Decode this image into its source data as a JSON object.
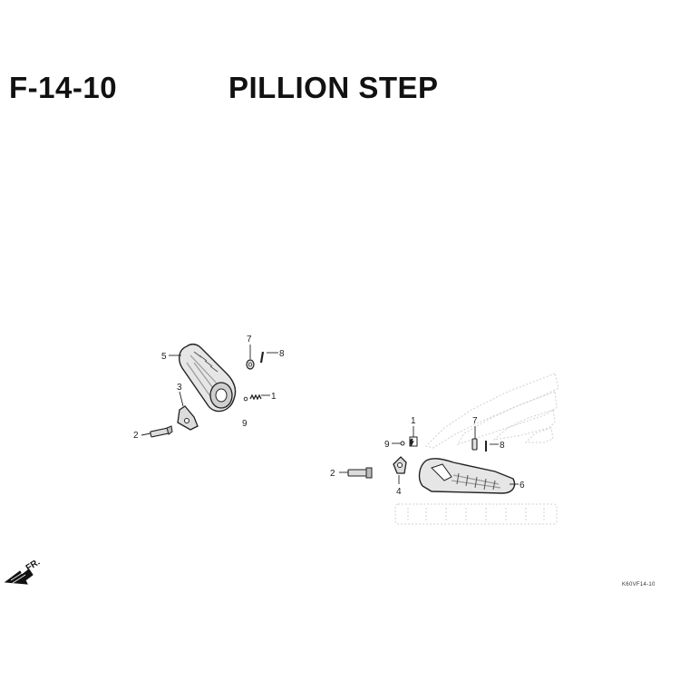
{
  "header": {
    "code": "F-14-10",
    "title": "PILLION STEP"
  },
  "callouts": {
    "left": {
      "c5": "5",
      "c7": "7",
      "c8": "8",
      "c3": "3",
      "c1": "1",
      "c2": "2",
      "c9": "9"
    },
    "right": {
      "c1": "1",
      "c7": "7",
      "c9": "9",
      "c8": "8",
      "c2": "2",
      "c4": "4",
      "c6": "6"
    }
  },
  "direction_indicator": {
    "label": "FR."
  },
  "figure_ref": "K60VF14-10",
  "icons": {
    "front_arrow": "arrow-left-down-icon",
    "watermark": "honda-wing-watermark"
  },
  "colors": {
    "line": "#222222",
    "part_fill": "#e6e6e6",
    "part_shade": "#9a9a9a",
    "watermark": "#d0d0d0"
  }
}
